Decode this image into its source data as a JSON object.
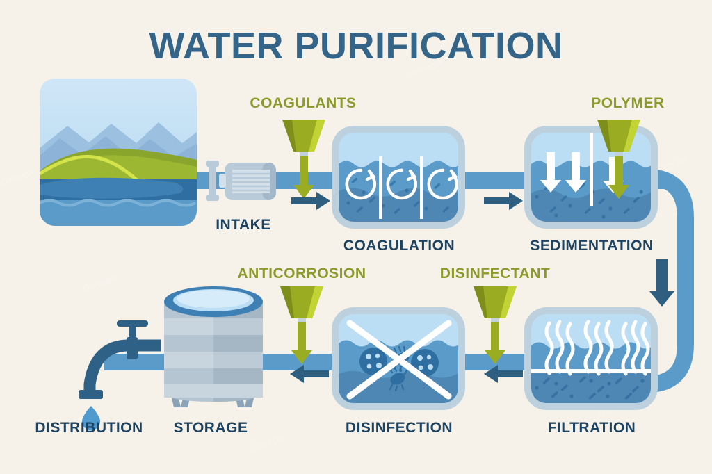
{
  "page": {
    "title": "WATER PURIFICATION",
    "background_color": "#f6f2e9",
    "title_color": "#346487",
    "label_dark_color": "#1d4363",
    "label_green_color": "#8a9a2b",
    "pipe_color": "#5b9bc9",
    "arrow_color": "#2e5f80",
    "funnel_color": "#9aad22",
    "water_color": "#5b9bc9",
    "sediment_color": "#4f87b4"
  },
  "diagram": {
    "type": "process-flow",
    "stage_count": 8,
    "flow_order": [
      "source",
      "intake",
      "coagulation",
      "sedimentation",
      "filtration",
      "disinfection",
      "storage",
      "distribution"
    ],
    "stages": [
      {
        "id": "source",
        "label": "",
        "has_label": false,
        "additive": ""
      },
      {
        "id": "intake",
        "label": "INTAKE",
        "has_label": true,
        "additive": ""
      },
      {
        "id": "coagulation",
        "label": "COAGULATION",
        "has_label": true,
        "additive": "COAGULANTS"
      },
      {
        "id": "sedimentation",
        "label": "SEDIMENTATION",
        "has_label": true,
        "additive": "POLYMER"
      },
      {
        "id": "filtration",
        "label": "FILTRATION",
        "has_label": true,
        "additive": ""
      },
      {
        "id": "disinfection",
        "label": "DISINFECTION",
        "has_label": true,
        "additive": "DISINFECTANT"
      },
      {
        "id": "storage",
        "label": "STORAGE",
        "has_label": true,
        "additive": "ANTICORROSION"
      },
      {
        "id": "distribution",
        "label": "DISTRIBUTION",
        "has_label": true,
        "additive": ""
      }
    ],
    "additive_labels": [
      "COAGULANTS",
      "POLYMER",
      "ANTICORROSION",
      "DISINFECTANT"
    ],
    "stage_labels": [
      "INTAKE",
      "COAGULATION",
      "SEDIMENTATION",
      "FILTRATION",
      "DISINFECTION",
      "STORAGE",
      "DISTRIBUTION"
    ]
  },
  "watermarks": {
    "text": "freepik",
    "symbol": "@"
  }
}
